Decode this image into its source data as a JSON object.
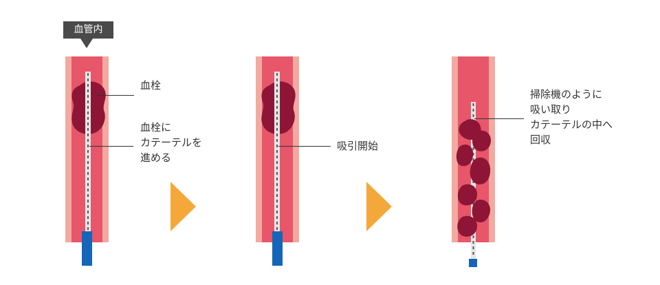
{
  "badge": {
    "text": "血管内"
  },
  "steps": [
    {
      "callouts": [
        {
          "name": "clot",
          "lines": [
            "血栓"
          ]
        },
        {
          "name": "advance-catheter",
          "lines": [
            "血栓に",
            "カテーテルを",
            "進める"
          ]
        }
      ]
    },
    {
      "callouts": [
        {
          "name": "suction-start",
          "lines": [
            "吸引開始"
          ]
        }
      ]
    },
    {
      "callouts": [
        {
          "name": "retrieve",
          "lines": [
            "掃除機のように",
            "吸い取り",
            "カテーテルの中へ",
            "回収"
          ]
        }
      ]
    }
  ],
  "colors": {
    "vessel_wall": "#f3a9a0",
    "vessel_lumen": "#e8566a",
    "clot": "#8e1536",
    "clot_dark": "#6f0f28",
    "catheter": "#e6e6e6",
    "catheter_handle": "#1565b8",
    "arrow": "#f4a83a"
  }
}
